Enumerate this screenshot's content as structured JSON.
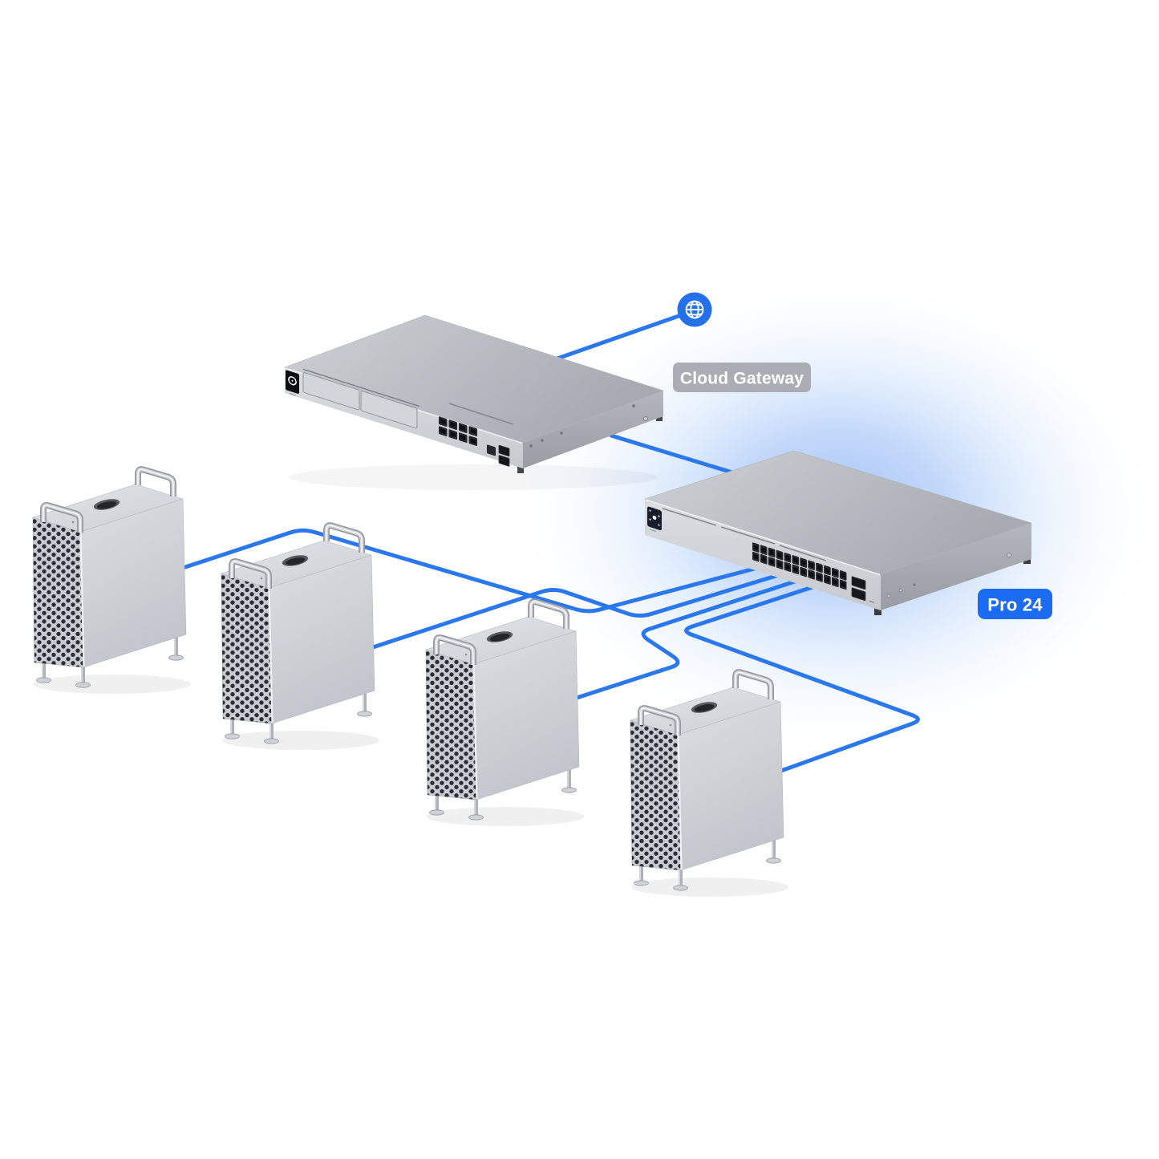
{
  "page": {
    "background": "#ffffff"
  },
  "colors": {
    "cable": "#2b78ee",
    "glow": "#6f9ff0",
    "globe_bg": "#2470ea",
    "gateway_badge_bg": "#aaadb3",
    "switch_badge_bg": "#1b6cf2",
    "badge_text": "#ffffff"
  },
  "labels": {
    "cloud_gateway": "Cloud Gateway",
    "switch": "Pro 24"
  },
  "devices": {
    "gateway": {
      "name": "cloud-gateway",
      "ports": 8
    },
    "switch": {
      "name": "switch-pro-24",
      "ports": 24
    },
    "towers": {
      "count": 4
    }
  }
}
